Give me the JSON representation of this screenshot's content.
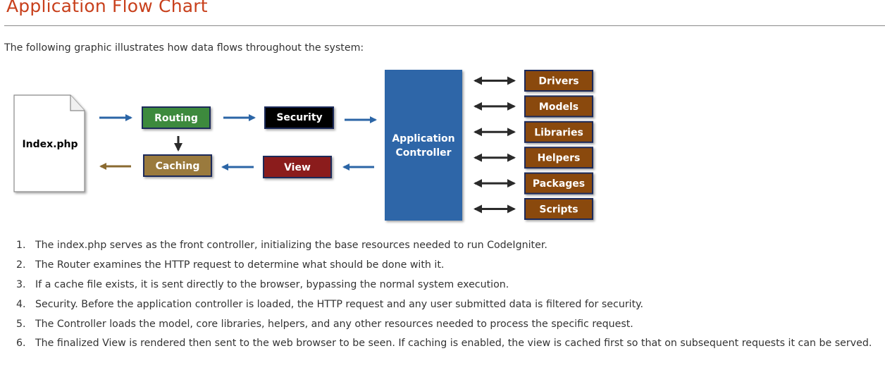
{
  "page": {
    "title": "Application Flow Chart",
    "intro": "The following graphic illustrates how data flows throughout the system:"
  },
  "diagram": {
    "index_label": "Index.php",
    "routing_label": "Routing",
    "security_label": "Security",
    "caching_label": "Caching",
    "view_label": "View",
    "controller_line1": "Application",
    "controller_line2": "Controller",
    "resources": [
      "Drivers",
      "Models",
      "Libraries",
      "Helpers",
      "Packages",
      "Scripts"
    ],
    "colors": {
      "routing": "#3d8a3d",
      "security": "#000000",
      "caching": "#9a7a3e",
      "view": "#8b1a1a",
      "controller": "#2e66a8",
      "resource": "#8a4a08",
      "blue_arrow": "#2b65a6",
      "brown_arrow": "#8a6a30",
      "black_arrow": "#2a2a2a"
    }
  },
  "steps": [
    {
      "num": "1.",
      "text": "The index.php serves as the front controller, initializing the base resources needed to run CodeIgniter."
    },
    {
      "num": "2.",
      "text": "The Router examines the HTTP request to determine what should be done with it."
    },
    {
      "num": "3.",
      "text": "If a cache file exists, it is sent directly to the browser, bypassing the normal system execution."
    },
    {
      "num": "4.",
      "text": "Security. Before the application controller is loaded, the HTTP request and any user submitted data is filtered for security."
    },
    {
      "num": "5.",
      "text": "The Controller loads the model, core libraries, helpers, and any other resources needed to process the specific request."
    },
    {
      "num": "6.",
      "text": "The finalized View is rendered then sent to the web browser to be seen. If caching is enabled, the view is cached first so that on subsequent requests it can be served."
    }
  ]
}
